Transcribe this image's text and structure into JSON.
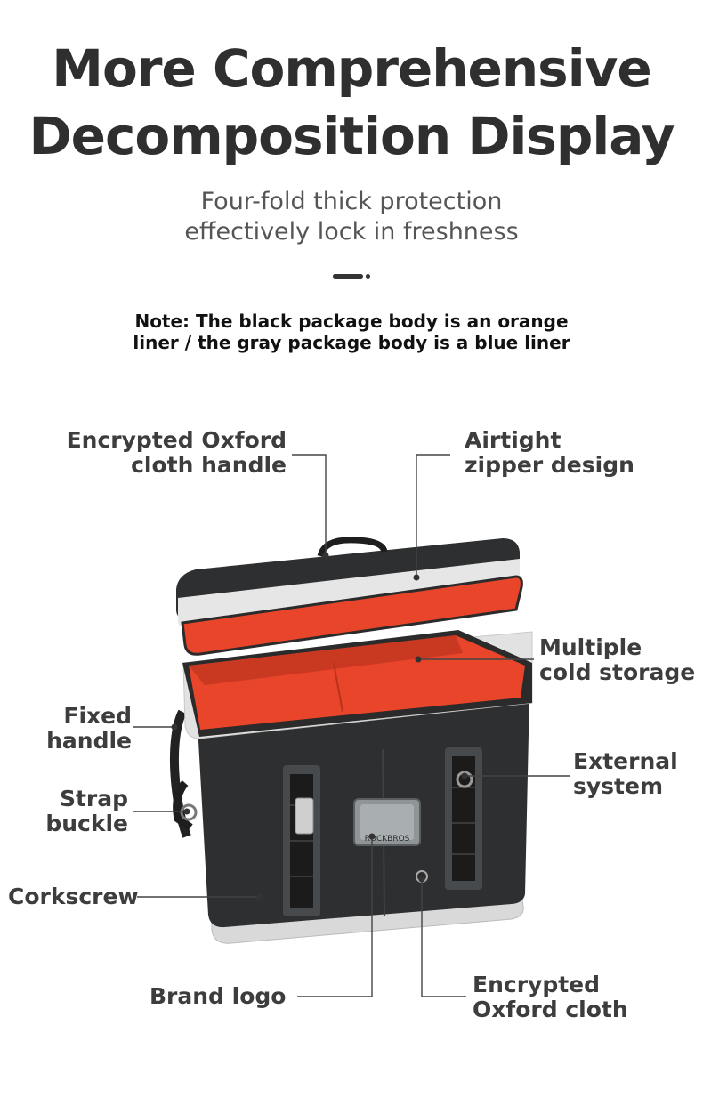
{
  "header": {
    "title_line1": "More Comprehensive",
    "title_line2": "Decomposition Display",
    "subtitle_line1": "Four-fold thick protection",
    "subtitle_line2": "effectively lock in freshness"
  },
  "note": {
    "line1": "Note: The black package body is an orange",
    "line2": "liner / the gray package body is a blue liner"
  },
  "product": {
    "brand_plate_text": "ROCKBROS",
    "colors": {
      "body": "#2d2f31",
      "liner": "#e8452a",
      "trim": "#dcdcdc",
      "text": "#3d3d3d"
    }
  },
  "callouts": {
    "handle": {
      "line1": "Encrypted Oxford",
      "line2": "cloth handle"
    },
    "zipper": {
      "line1": "Airtight",
      "line2": "zipper design"
    },
    "cold_storage": {
      "line1": "Multiple",
      "line2": "cold storage"
    },
    "fixed_handle": {
      "line1": "Fixed",
      "line2": "handle"
    },
    "external_system": {
      "line1": "External",
      "line2": "system"
    },
    "strap_buckle": {
      "line1": "Strap",
      "line2": "buckle"
    },
    "corkscrew": {
      "line1": "Corkscrew"
    },
    "brand_logo": {
      "line1": "Brand logo"
    },
    "oxford_cloth": {
      "line1": "Encrypted",
      "line2": "Oxford cloth"
    }
  }
}
